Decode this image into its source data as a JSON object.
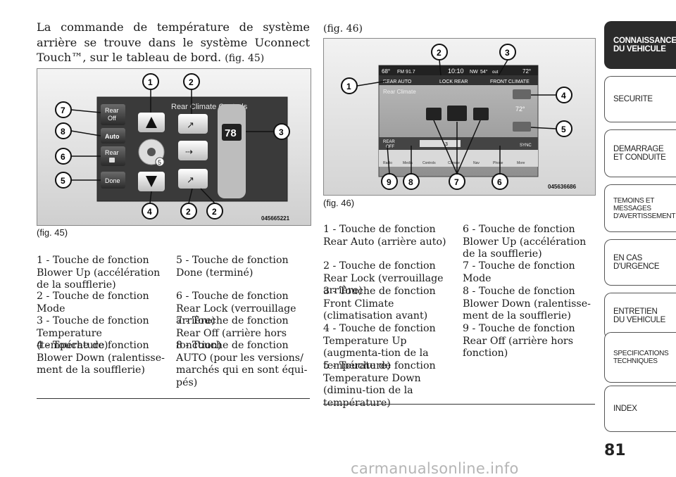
{
  "intro": {
    "text": "La commande de température de système arrière se trouve dans le système Uconnect Touch™, sur le tableau de bord.",
    "figref": "(fig. 45)"
  },
  "fig45": {
    "screen_title": "Rear Climate Controls",
    "buttons": {
      "rear_off_line1": "Rear",
      "rear_off_line2": "Off",
      "auto": "Auto",
      "rear_lock": "Rear",
      "done": "Done"
    },
    "temperature": "78",
    "fan_level": "5",
    "code": "045665221",
    "callouts": [
      "1",
      "2",
      "7",
      "8",
      "6",
      "5",
      "3",
      "4",
      "2",
      "2"
    ],
    "caption": "(fig. 45)"
  },
  "fig46": {
    "label_top": "(fig. 46)",
    "status_bar": {
      "outside_temp": "68°",
      "radio": "FM 91.7",
      "time": "10:10",
      "heading": "NW",
      "out_temp": "54°",
      "out_label": "out",
      "inside_temp": "72°"
    },
    "tabs": [
      "REAR AUTO",
      "LOCK REAR",
      "FRONT CLIMATE"
    ],
    "screen_title": "Rear Climate",
    "temp": "72°",
    "bottom": {
      "rear_off_line1": "REAR",
      "rear_off_line2": "OFF",
      "fan_level": "3",
      "sync": "SYNC"
    },
    "nav_bar": [
      "Radio",
      "Media",
      "Controls",
      "Climate",
      "Nav",
      "Phone",
      "More"
    ],
    "code": "045636686",
    "callouts": [
      "2",
      "3",
      "1",
      "4",
      "5",
      "9",
      "8",
      "7",
      "6"
    ],
    "caption": "(fig. 46)"
  },
  "legend45": {
    "col1": [
      "1 - Touche de fonction Blower Up (accélération de la soufflerie)",
      "2 - Touche de fonction Mode",
      "3 - Touche de fonction Temperature (température)",
      "4 - Touche de fonction Blower Down (ralentisse-ment de la soufflerie)"
    ],
    "col2": [
      "5 - Touche de fonction Done (terminé)",
      "6 - Touche de fonction Rear Lock (verrouillage arrière)",
      "7 - Touche de fonction Rear Off (arrière hors fonction)",
      "8 - Touche de fonction AUTO (pour les versions/ marchés qui en sont équi-pés)"
    ]
  },
  "legend46": {
    "col1": [
      "1 - Touche de fonction Rear Auto (arrière auto)",
      "2 - Touche de fonction Rear Lock (verrouillage arrière)",
      "3 - Touche de fonction Front Climate (climatisation avant)",
      "4 - Touche de fonction Temperature Up (augmenta-tion de la température)",
      "5 - Touche de fonction Temperature Down (diminu-tion de la température)"
    ],
    "col2": [
      "6 - Touche de fonction Blower Up (accélération de la soufflerie)",
      "7 - Touche de fonction Mode",
      "8 - Touche de fonction Blower Down (ralentisse-ment de la soufflerie)",
      "9 - Touche de fonction Rear Off (arrière hors fonction)"
    ]
  },
  "sidebar": {
    "tabs": [
      {
        "line1": "CONNAISSANCE",
        "line2": "DU VEHICULE",
        "line3": ""
      },
      {
        "line1": "SECURITE",
        "line2": "",
        "line3": ""
      },
      {
        "line1": "DEMARRAGE",
        "line2": "ET CONDUITE",
        "line3": ""
      },
      {
        "line1": "TEMOINS ET",
        "line2": "MESSAGES",
        "line3": "D'AVERTISSEMENT"
      },
      {
        "line1": "EN CAS",
        "line2": "D'URGENCE",
        "line3": ""
      },
      {
        "line1": "ENTRETIEN",
        "line2": "DU VEHICULE",
        "line3": ""
      },
      {
        "line1": "SPECIFICATIONS",
        "line2": "TECHNIQUES",
        "line3": ""
      },
      {
        "line1": "INDEX",
        "line2": "",
        "line3": ""
      }
    ]
  },
  "page_number": "81",
  "watermark": "carmanualsonline.info"
}
